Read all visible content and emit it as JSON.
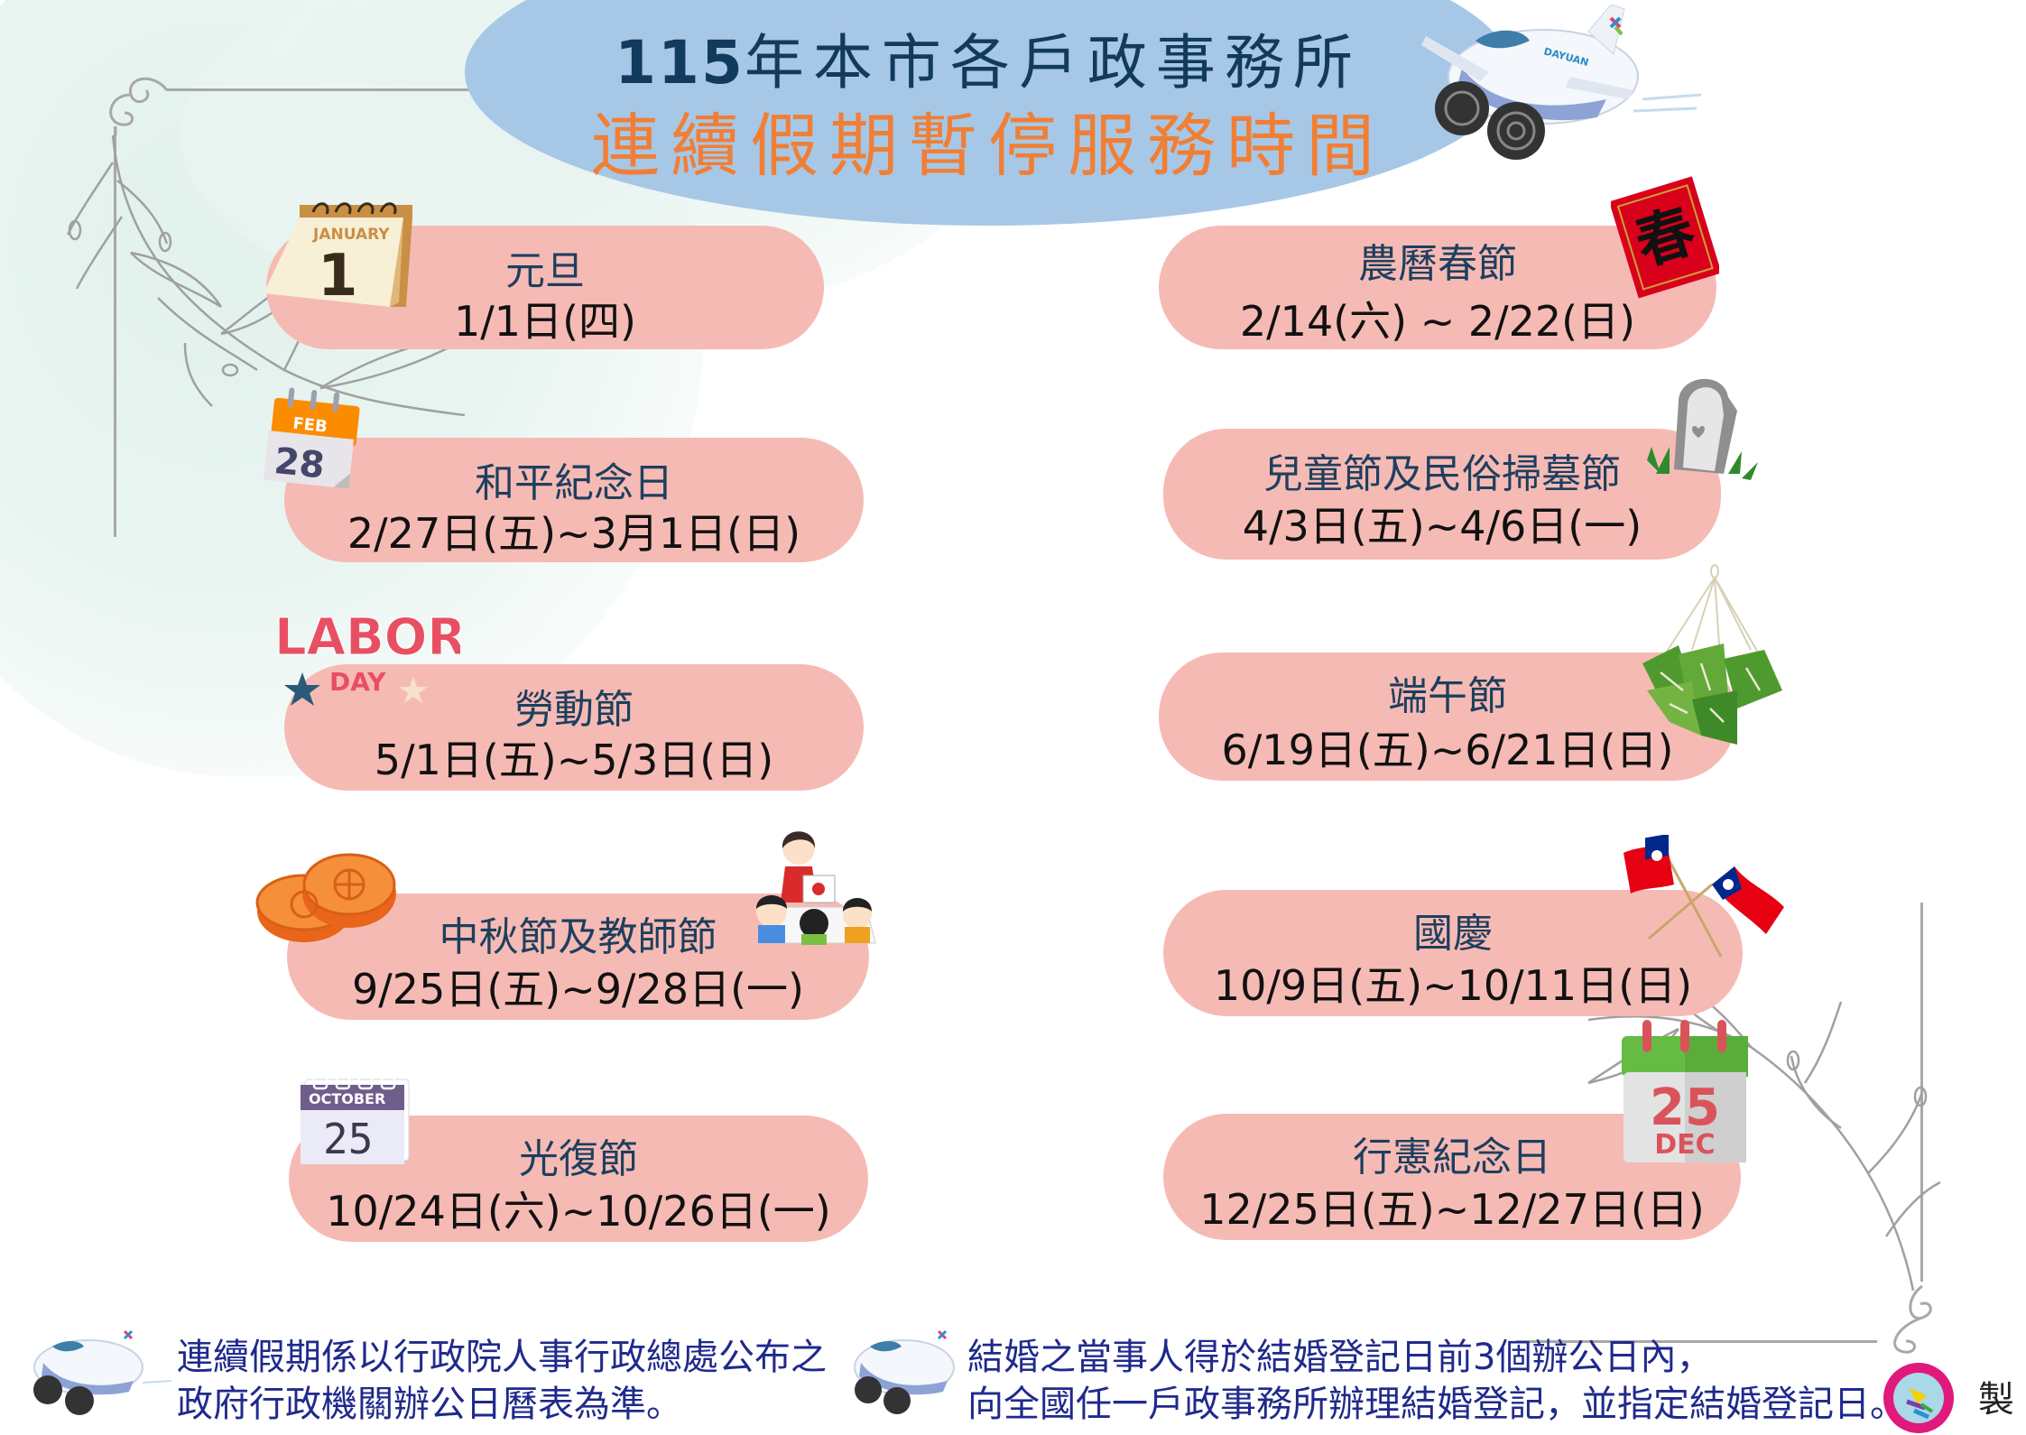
{
  "header": {
    "title_line1_number": "115",
    "title_line1_text": "年本市各戶政事務所",
    "title_line2": "連續假期暫停服務時間"
  },
  "colors": {
    "title_ellipse": "#a7c7e7",
    "title_line1": "#123a5c",
    "title_line2": "#f07f35",
    "pill_background": "#f6bab4",
    "holiday_name": "#1d3f5e",
    "holiday_date": "#111111",
    "footer_text": "#1f2a8c"
  },
  "holidays_left": [
    {
      "name": "元旦",
      "date": "1/1日(四)",
      "icon": "january-1-calendar-icon"
    },
    {
      "name": "和平紀念日",
      "date": "2/27日(五)~3月1日(日)",
      "icon": "feb-28-calendar-icon"
    },
    {
      "name": "勞動節",
      "date": "5/1日(五)~5/3日(日)",
      "icon": "labor-day-icon"
    },
    {
      "name": "中秋節及教師節",
      "date": "9/25日(五)~9/28日(一)",
      "icon": "mooncake-icon"
    },
    {
      "name": "光復節",
      "date": "10/24日(六)~10/26日(一)",
      "icon": "october-25-calendar-icon"
    }
  ],
  "holidays_right": [
    {
      "name": "農曆春節",
      "date": "2/14(六) ~ 2/22(日)",
      "icon": "spring-couplet-icon"
    },
    {
      "name": "兒童節及民俗掃墓節",
      "date": "4/3日(五)~4/6日(一)",
      "icon": "tombstone-icon"
    },
    {
      "name": "端午節",
      "date": "6/19日(五)~6/21日(日)",
      "icon": "zongzi-icon"
    },
    {
      "name": "國慶",
      "date": "10/9日(五)~10/11日(日)",
      "icon": "taiwan-flags-icon"
    },
    {
      "name": "行憲紀念日",
      "date": "12/25日(五)~12/27日(日)",
      "icon": "dec-25-calendar-icon"
    }
  ],
  "icon_text": {
    "january_month": "JANUARY",
    "january_day": "1",
    "feb_month": "FEB",
    "feb_day": "28",
    "labor": "LABOR",
    "day": "DAY",
    "october_month": "OCTOBER",
    "october_day": "25",
    "dec_day": "25",
    "dec_month": "DEC",
    "spring_char": "春",
    "plane_brand": "DAYUAN"
  },
  "footer": {
    "note1_line1": "連續假期係以行政院人事行政總處公布之",
    "note1_line2": "政府行政機關辦公日曆表為準。",
    "note2_line1": "結婚之當事人得於結婚登記日前3個辦公日內，",
    "note2_line2": "向全國任一戶政事務所辦理結婚登記，並指定結婚登記日。",
    "credit": "製"
  }
}
